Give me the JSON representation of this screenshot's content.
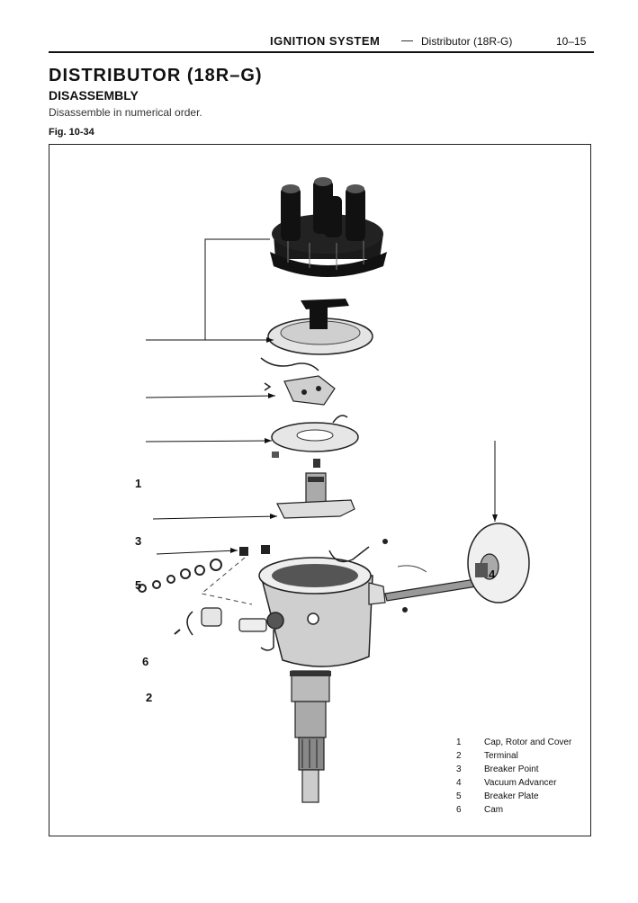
{
  "header": {
    "section": "IGNITION SYSTEM",
    "dash": "—",
    "subsection": "Distributor (18R-G)",
    "page": "10–15"
  },
  "title": "DISTRIBUTOR (18R–G)",
  "subtitle": "DISASSEMBLY",
  "instruction": "Disassemble in numerical order.",
  "figure_label": "Fig. 10-34",
  "callouts": [
    "1",
    "3",
    "5",
    "6",
    "2",
    "4"
  ],
  "legend": [
    {
      "num": "1",
      "text": "Cap, Rotor and Cover"
    },
    {
      "num": "2",
      "text": "Terminal"
    },
    {
      "num": "3",
      "text": "Breaker Point"
    },
    {
      "num": "4",
      "text": "Vacuum Advancer"
    },
    {
      "num": "5",
      "text": "Breaker Plate"
    },
    {
      "num": "6",
      "text": "Cam"
    }
  ]
}
